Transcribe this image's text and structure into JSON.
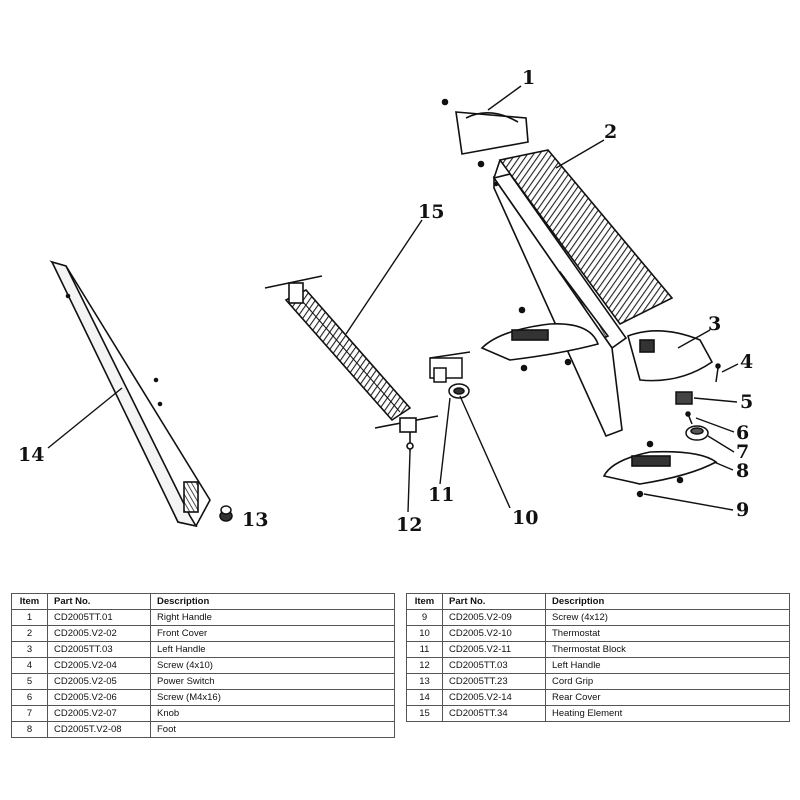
{
  "callouts": [
    "1",
    "2",
    "3",
    "4",
    "5",
    "6",
    "7",
    "8",
    "9",
    "10",
    "11",
    "12",
    "13",
    "14",
    "15"
  ],
  "parts_table": {
    "headers": {
      "item": "Item",
      "part_no": "Part No.",
      "description": "Description"
    },
    "left": [
      {
        "item": "1",
        "part_no": "CD2005TT.01",
        "description": "Right Handle"
      },
      {
        "item": "2",
        "part_no": "CD2005.V2-02",
        "description": "Front Cover"
      },
      {
        "item": "3",
        "part_no": "CD2005TT.03",
        "description": "Left Handle"
      },
      {
        "item": "4",
        "part_no": "CD2005.V2-04",
        "description": "Screw (4x10)"
      },
      {
        "item": "5",
        "part_no": "CD2005.V2-05",
        "description": "Power Switch"
      },
      {
        "item": "6",
        "part_no": "CD2005.V2-06",
        "description": "Screw (M4x16)"
      },
      {
        "item": "7",
        "part_no": "CD2005.V2-07",
        "description": "Knob"
      },
      {
        "item": "8",
        "part_no": "CD2005T.V2-08",
        "description": "Foot"
      }
    ],
    "right": [
      {
        "item": "9",
        "part_no": "CD2005.V2-09",
        "description": "Screw (4x12)"
      },
      {
        "item": "10",
        "part_no": "CD2005.V2-10",
        "description": "Thermostat"
      },
      {
        "item": "11",
        "part_no": "CD2005.V2-11",
        "description": "Thermostat Block"
      },
      {
        "item": "12",
        "part_no": "CD2005TT.03",
        "description": "Left Handle"
      },
      {
        "item": "13",
        "part_no": "CD2005TT.23",
        "description": "Cord Grip"
      },
      {
        "item": "14",
        "part_no": "CD2005.V2-14",
        "description": "Rear Cover"
      },
      {
        "item": "15",
        "part_no": "CD2005TT.34",
        "description": "Heating Element"
      }
    ]
  }
}
